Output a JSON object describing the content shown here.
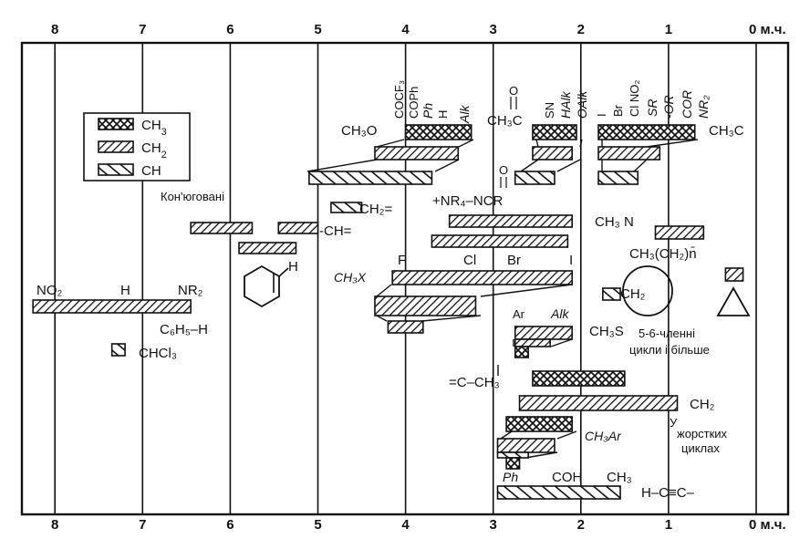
{
  "chart_data": {
    "type": "range-bar",
    "axis": {
      "reversed": true,
      "min": 0,
      "max": 8.4,
      "ticks": [
        "8",
        "7",
        "6",
        "5",
        "4",
        "3",
        "2",
        "1"
      ],
      "zero_label": "0 м.ч.",
      "grid": true
    },
    "legend": [
      {
        "pattern": "cross",
        "label": "CH",
        "sub": "3"
      },
      {
        "pattern": "dense",
        "label": "CH",
        "sub": "2"
      },
      {
        "pattern": "wide",
        "label": "CH",
        "sub": ""
      }
    ],
    "bars": [
      {
        "id": "ch3o-ch3",
        "group": "CH3O",
        "pattern": "cross",
        "from": 4.0,
        "to": 3.25
      },
      {
        "id": "ch3o-ch2",
        "group": "CH3O",
        "pattern": "dense",
        "from": 4.35,
        "to": 3.4
      },
      {
        "id": "ch3o-ch",
        "group": "CH3O",
        "pattern": "wide",
        "from": 5.1,
        "to": 3.7
      },
      {
        "id": "s-ch3",
        "group": "S",
        "pattern": "cross",
        "from": 2.55,
        "to": 2.05
      },
      {
        "id": "s-ch2",
        "group": "S",
        "pattern": "dense",
        "from": 2.55,
        "to": 2.1
      },
      {
        "id": "s-ch",
        "group": "S",
        "pattern": "wide",
        "from": 2.75,
        "to": 2.3
      },
      {
        "id": "ch3c-ch3",
        "group": "CH3C",
        "pattern": "cross",
        "from": 1.8,
        "to": 0.7
      },
      {
        "id": "ch3c-ch2",
        "group": "CH3C",
        "pattern": "dense",
        "from": 1.8,
        "to": 1.1
      },
      {
        "id": "ch3c-ch",
        "group": "CH3C",
        "pattern": "wide",
        "from": 1.8,
        "to": 1.35
      },
      {
        "id": "conj-1",
        "group": "conj",
        "pattern": "dense",
        "from": 6.45,
        "to": 5.75
      },
      {
        "id": "conj-2",
        "group": "conj",
        "pattern": "dense",
        "from": 5.45,
        "to": 5.0
      },
      {
        "id": "conj-3",
        "group": "conj",
        "pattern": "dense",
        "from": 5.9,
        "to": 5.25
      },
      {
        "id": "ch2eq",
        "group": "CH2=",
        "pattern": "wide",
        "from": 4.85,
        "to": 4.5
      },
      {
        "id": "n-ch3",
        "group": "N",
        "pattern": "dense",
        "from": 3.5,
        "to": 2.1
      },
      {
        "id": "n-ch2",
        "group": "N",
        "pattern": "dense",
        "from": 3.7,
        "to": 2.15
      },
      {
        "id": "ring-ch2",
        "group": "CH3(CH2)n",
        "pattern": "dense",
        "from": 1.15,
        "to": 0.6
      },
      {
        "id": "x-ch3",
        "group": "CH3X",
        "pattern": "dense",
        "from": 4.15,
        "to": 2.1
      },
      {
        "id": "x-ch2",
        "group": "CH3X",
        "pattern": "dense",
        "from": 4.35,
        "to": 3.2
      },
      {
        "id": "x-ch",
        "group": "CH3X",
        "pattern": "dense",
        "from": 4.2,
        "to": 3.8
      },
      {
        "id": "c6h5",
        "group": "C6H5-H",
        "pattern": "dense",
        "from": 8.25,
        "to": 6.45
      },
      {
        "id": "chcl3",
        "group": "CHCl3",
        "pattern": "wide",
        "from": 7.35,
        "to": 7.2
      },
      {
        "id": "cycl-ch2",
        "group": "cycl",
        "pattern": "wide",
        "from": 1.75,
        "to": 1.55
      },
      {
        "id": "cycl-small",
        "group": "cycl",
        "pattern": "dense",
        "from": 0.35,
        "to": 0.15
      },
      {
        "id": "s-ch3s",
        "group": "CH3S",
        "pattern": "dense",
        "from": 2.75,
        "to": 2.1
      },
      {
        "id": "s-ch2s",
        "group": "CH3S",
        "pattern": "dense",
        "from": 2.75,
        "to": 2.35
      },
      {
        "id": "s-chs",
        "group": "CH3S",
        "pattern": "cross",
        "from": 2.75,
        "to": 2.6
      },
      {
        "id": "cc-ch3",
        "group": "C-CH3",
        "pattern": "cross",
        "from": 2.55,
        "to": 1.5
      },
      {
        "id": "rigid-ch2",
        "group": "CH2 rigid",
        "pattern": "dense",
        "from": 2.7,
        "to": 0.9
      },
      {
        "id": "ar-ch3",
        "group": "CH3Ar",
        "pattern": "cross",
        "from": 2.85,
        "to": 2.1
      },
      {
        "id": "ar-ch2",
        "group": "CH3Ar",
        "pattern": "dense",
        "from": 2.95,
        "to": 2.3
      },
      {
        "id": "ar-ch",
        "group": "CH3Ar",
        "pattern": "wide",
        "from": 2.95,
        "to": 2.6
      },
      {
        "id": "ar-tail",
        "group": "CH3Ar",
        "pattern": "cross",
        "from": 2.85,
        "to": 2.7
      },
      {
        "id": "alkyne",
        "group": "H-C≡C-",
        "pattern": "wide",
        "from": 2.95,
        "to": 1.55
      }
    ],
    "labels": {
      "ch3o": "CH₃O",
      "ch3c_left": "CH₃C",
      "ch3c_right": "CH₃C",
      "ch2eq": "CH₂=",
      "ch_eq": "-CH=",
      "conj": "Кон'юговані",
      "nr4": "+NR₄–NCR",
      "ch3n": "CH₃ N",
      "ch3ch2n": "CH₃(CH₂)n̄",
      "ch3x": "CH₃X",
      "x_f": "F",
      "x_cl": "Cl",
      "x_br": "Br",
      "x_i": "I",
      "no2": "NO₂",
      "h_mid": "H",
      "nr2": "NR₂",
      "c6h5": "C₆H₅–H",
      "chcl3": "CHCl₃",
      "cycl_ch2": "CH₂",
      "ar": "Ar",
      "alk": "Alk",
      "ch3s": "CH₃S",
      "cycl_text1": "5-6-членні",
      "cycl_text2": "цикли і більше",
      "c_ch3": "=C–CH₃",
      "rigid_ch2": "CH₂",
      "rigid_u": "У",
      "rigid_1": "жорстких",
      "rigid_2": "циклах",
      "ch3ar": "CH₃Ar",
      "ph": "Ph",
      "coh": "COH",
      "ch3_bottom": "CH₃",
      "alkyne": "H–C≡C–",
      "ring_h": "H",
      "co_o1": "O",
      "co_o2": "O",
      "v_cocf3": "COCF₃",
      "v_coph": "COPh",
      "v_ph": "Ph",
      "v_h": "H",
      "v_alk": "Alk",
      "v_sn": "SN",
      "v_halk": "HAlk",
      "v_oalk": "OAlk",
      "v_i": "I",
      "v_br": "Br",
      "v_clno2": "Cl NO₂",
      "v_sr": "SR",
      "v_or": "-OR",
      "v_cor": "COR",
      "v_nr2": "NR₂"
    }
  }
}
